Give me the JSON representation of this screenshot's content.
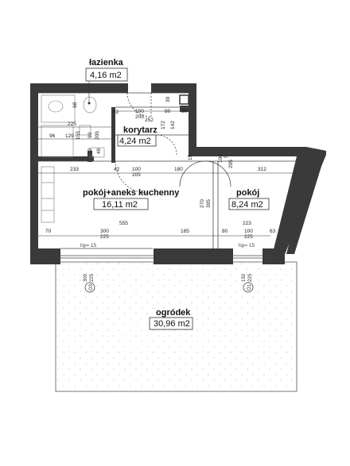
{
  "rooms": {
    "bathroom": {
      "name": "łazienka",
      "area": "4,16 m2"
    },
    "corridor": {
      "name": "korytarz",
      "area": "4,24 m2"
    },
    "living": {
      "name": "pokój+aneks kuchenny",
      "area": "16,11 m2"
    },
    "room": {
      "name": "pokój",
      "area": "8,24 m2"
    },
    "garden": {
      "name": "ogródek",
      "area": "30,96 m2"
    }
  },
  "dimensions": {
    "d42a": "42",
    "d100a": "100",
    "d205a": "205",
    "d30a": "30",
    "d80a": "80",
    "d30b": "30",
    "d252": "252",
    "d172": "172",
    "d142": "142",
    "d68": "68",
    "d225a": "225",
    "d96": "96",
    "d129": "129",
    "d155": "155",
    "d90": "90",
    "d205v": "205",
    "d52": "52",
    "d49": "49",
    "d233": "233",
    "d42b": "42",
    "d100b": "100",
    "d205b": "205",
    "d180": "180",
    "d100c": "100",
    "d5": "5",
    "d205c": "205",
    "d312": "312",
    "d15": "15",
    "d270": "270",
    "d305": "305",
    "d70": "70",
    "d555": "555",
    "d185": "185",
    "d80b": "80",
    "d223": "223",
    "d300a": "300",
    "d225b": "225",
    "d100d": "100",
    "d225c": "225",
    "d63": "63"
  },
  "heights": {
    "hp1": "hp= 15",
    "hp2": "hp= 15"
  },
  "windows": {
    "o3": {
      "label": "O3",
      "w": "300",
      "h": "225"
    },
    "o1": {
      "label": "O1",
      "w": "150",
      "h": "225"
    }
  }
}
